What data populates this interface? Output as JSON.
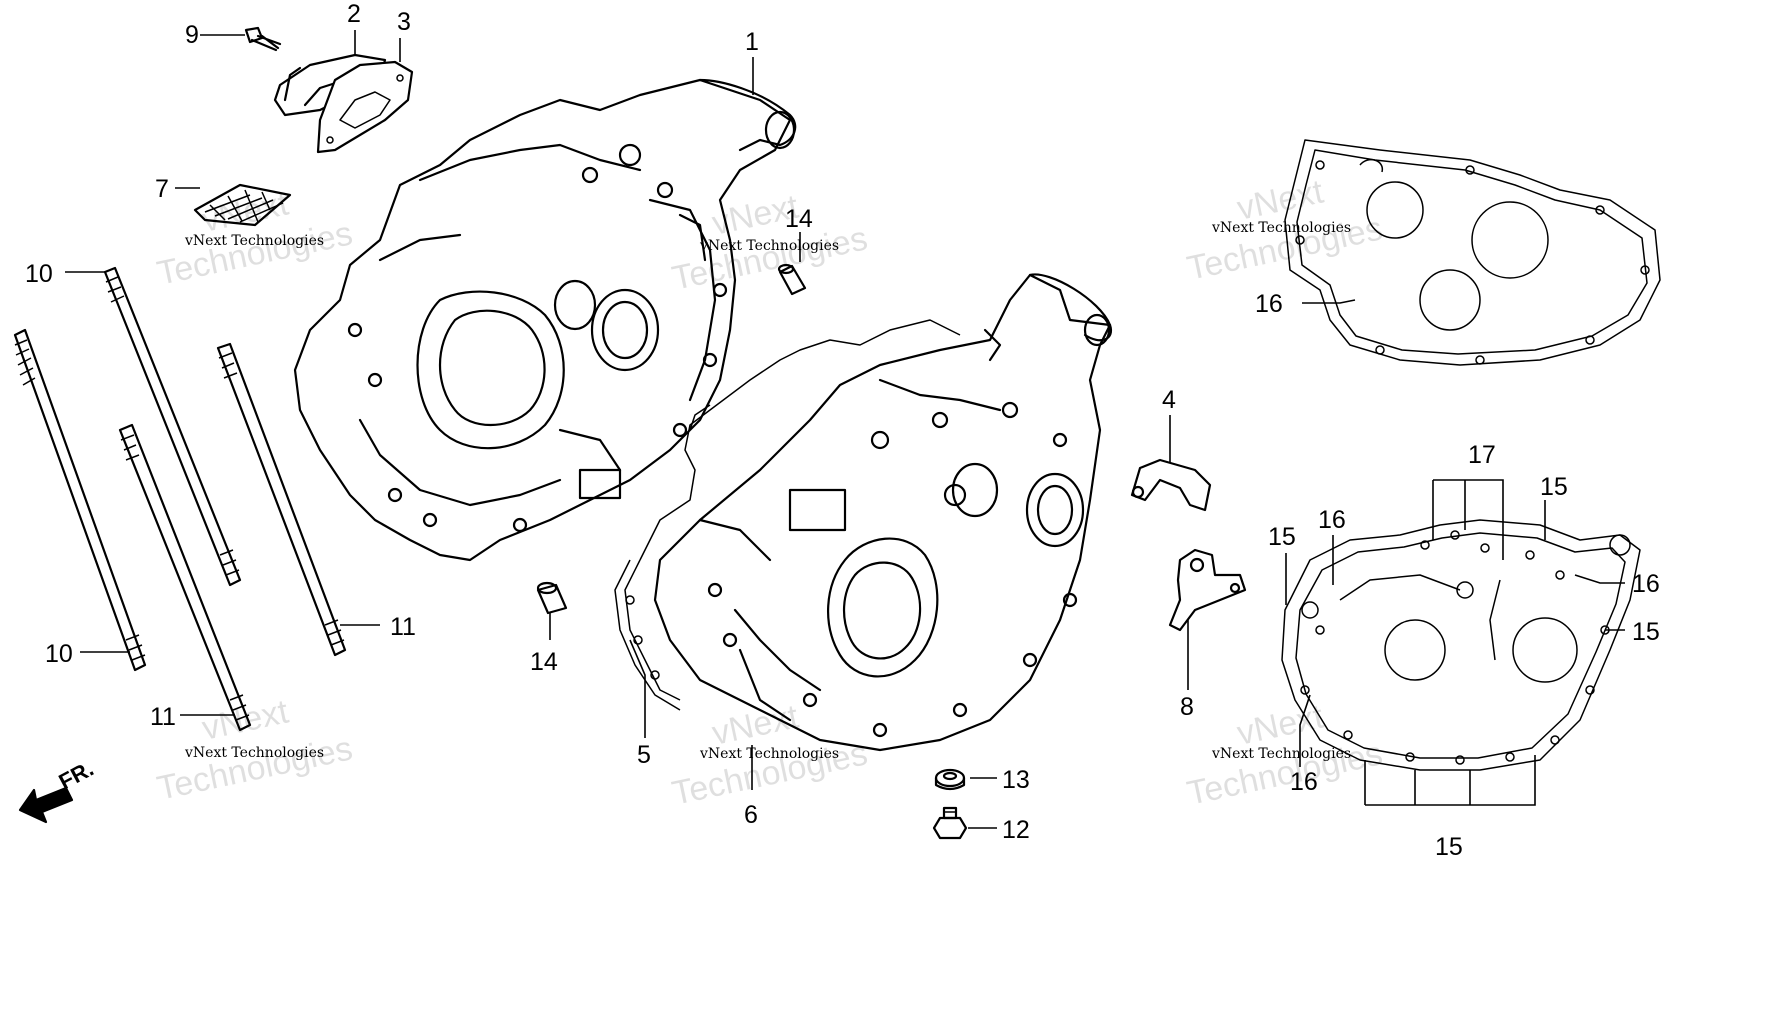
{
  "callouts": {
    "c1": "1",
    "c2": "2",
    "c3": "3",
    "c4": "4",
    "c5": "5",
    "c6": "6",
    "c7": "7",
    "c8": "8",
    "c9": "9",
    "c10a": "10",
    "c10b": "10",
    "c11a": "11",
    "c11b": "11",
    "c12": "12",
    "c13": "13",
    "c14a": "14",
    "c14b": "14",
    "c15a": "15",
    "c15b": "15",
    "c15c": "15",
    "c15d": "15",
    "c16a": "16",
    "c16b": "16",
    "c16c": "16",
    "c16d": "16",
    "c17": "17"
  },
  "direction_label": "FR.",
  "watermark": {
    "line1": "vNext",
    "line2": "vNext Technologies",
    "line3": "Technologies"
  }
}
